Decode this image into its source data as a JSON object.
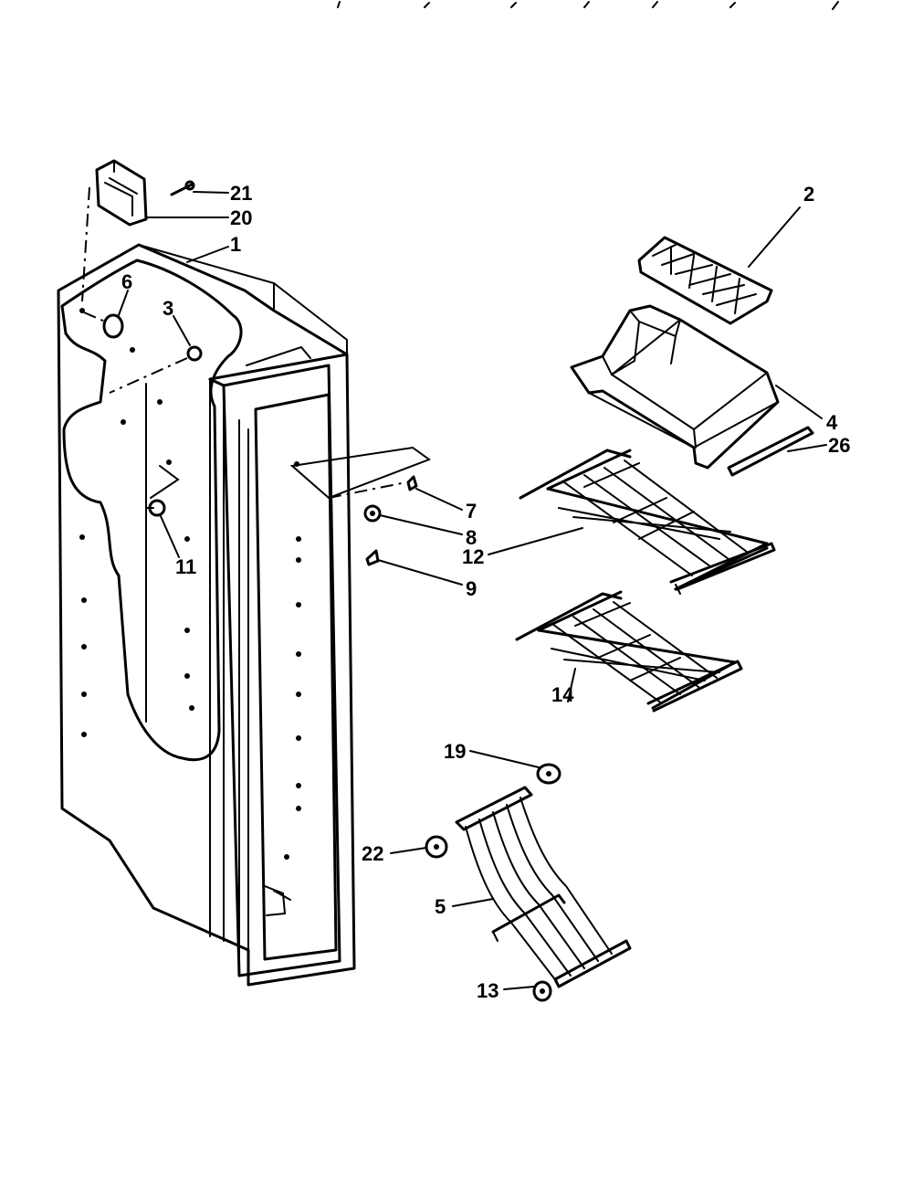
{
  "diagram": {
    "parts": [
      {
        "id": "p1",
        "label": "1"
      },
      {
        "id": "p2",
        "label": "2"
      },
      {
        "id": "p3",
        "label": "3"
      },
      {
        "id": "p4",
        "label": "4"
      },
      {
        "id": "p5",
        "label": "5"
      },
      {
        "id": "p6",
        "label": "6"
      },
      {
        "id": "p7",
        "label": "7"
      },
      {
        "id": "p8",
        "label": "8"
      },
      {
        "id": "p9",
        "label": "9"
      },
      {
        "id": "p11",
        "label": "11"
      },
      {
        "id": "p12",
        "label": "12"
      },
      {
        "id": "p13",
        "label": "13"
      },
      {
        "id": "p14",
        "label": "14"
      },
      {
        "id": "p19",
        "label": "19"
      },
      {
        "id": "p20",
        "label": "20"
      },
      {
        "id": "p21",
        "label": "21"
      },
      {
        "id": "p22",
        "label": "22"
      },
      {
        "id": "p26",
        "label": "26"
      }
    ]
  }
}
